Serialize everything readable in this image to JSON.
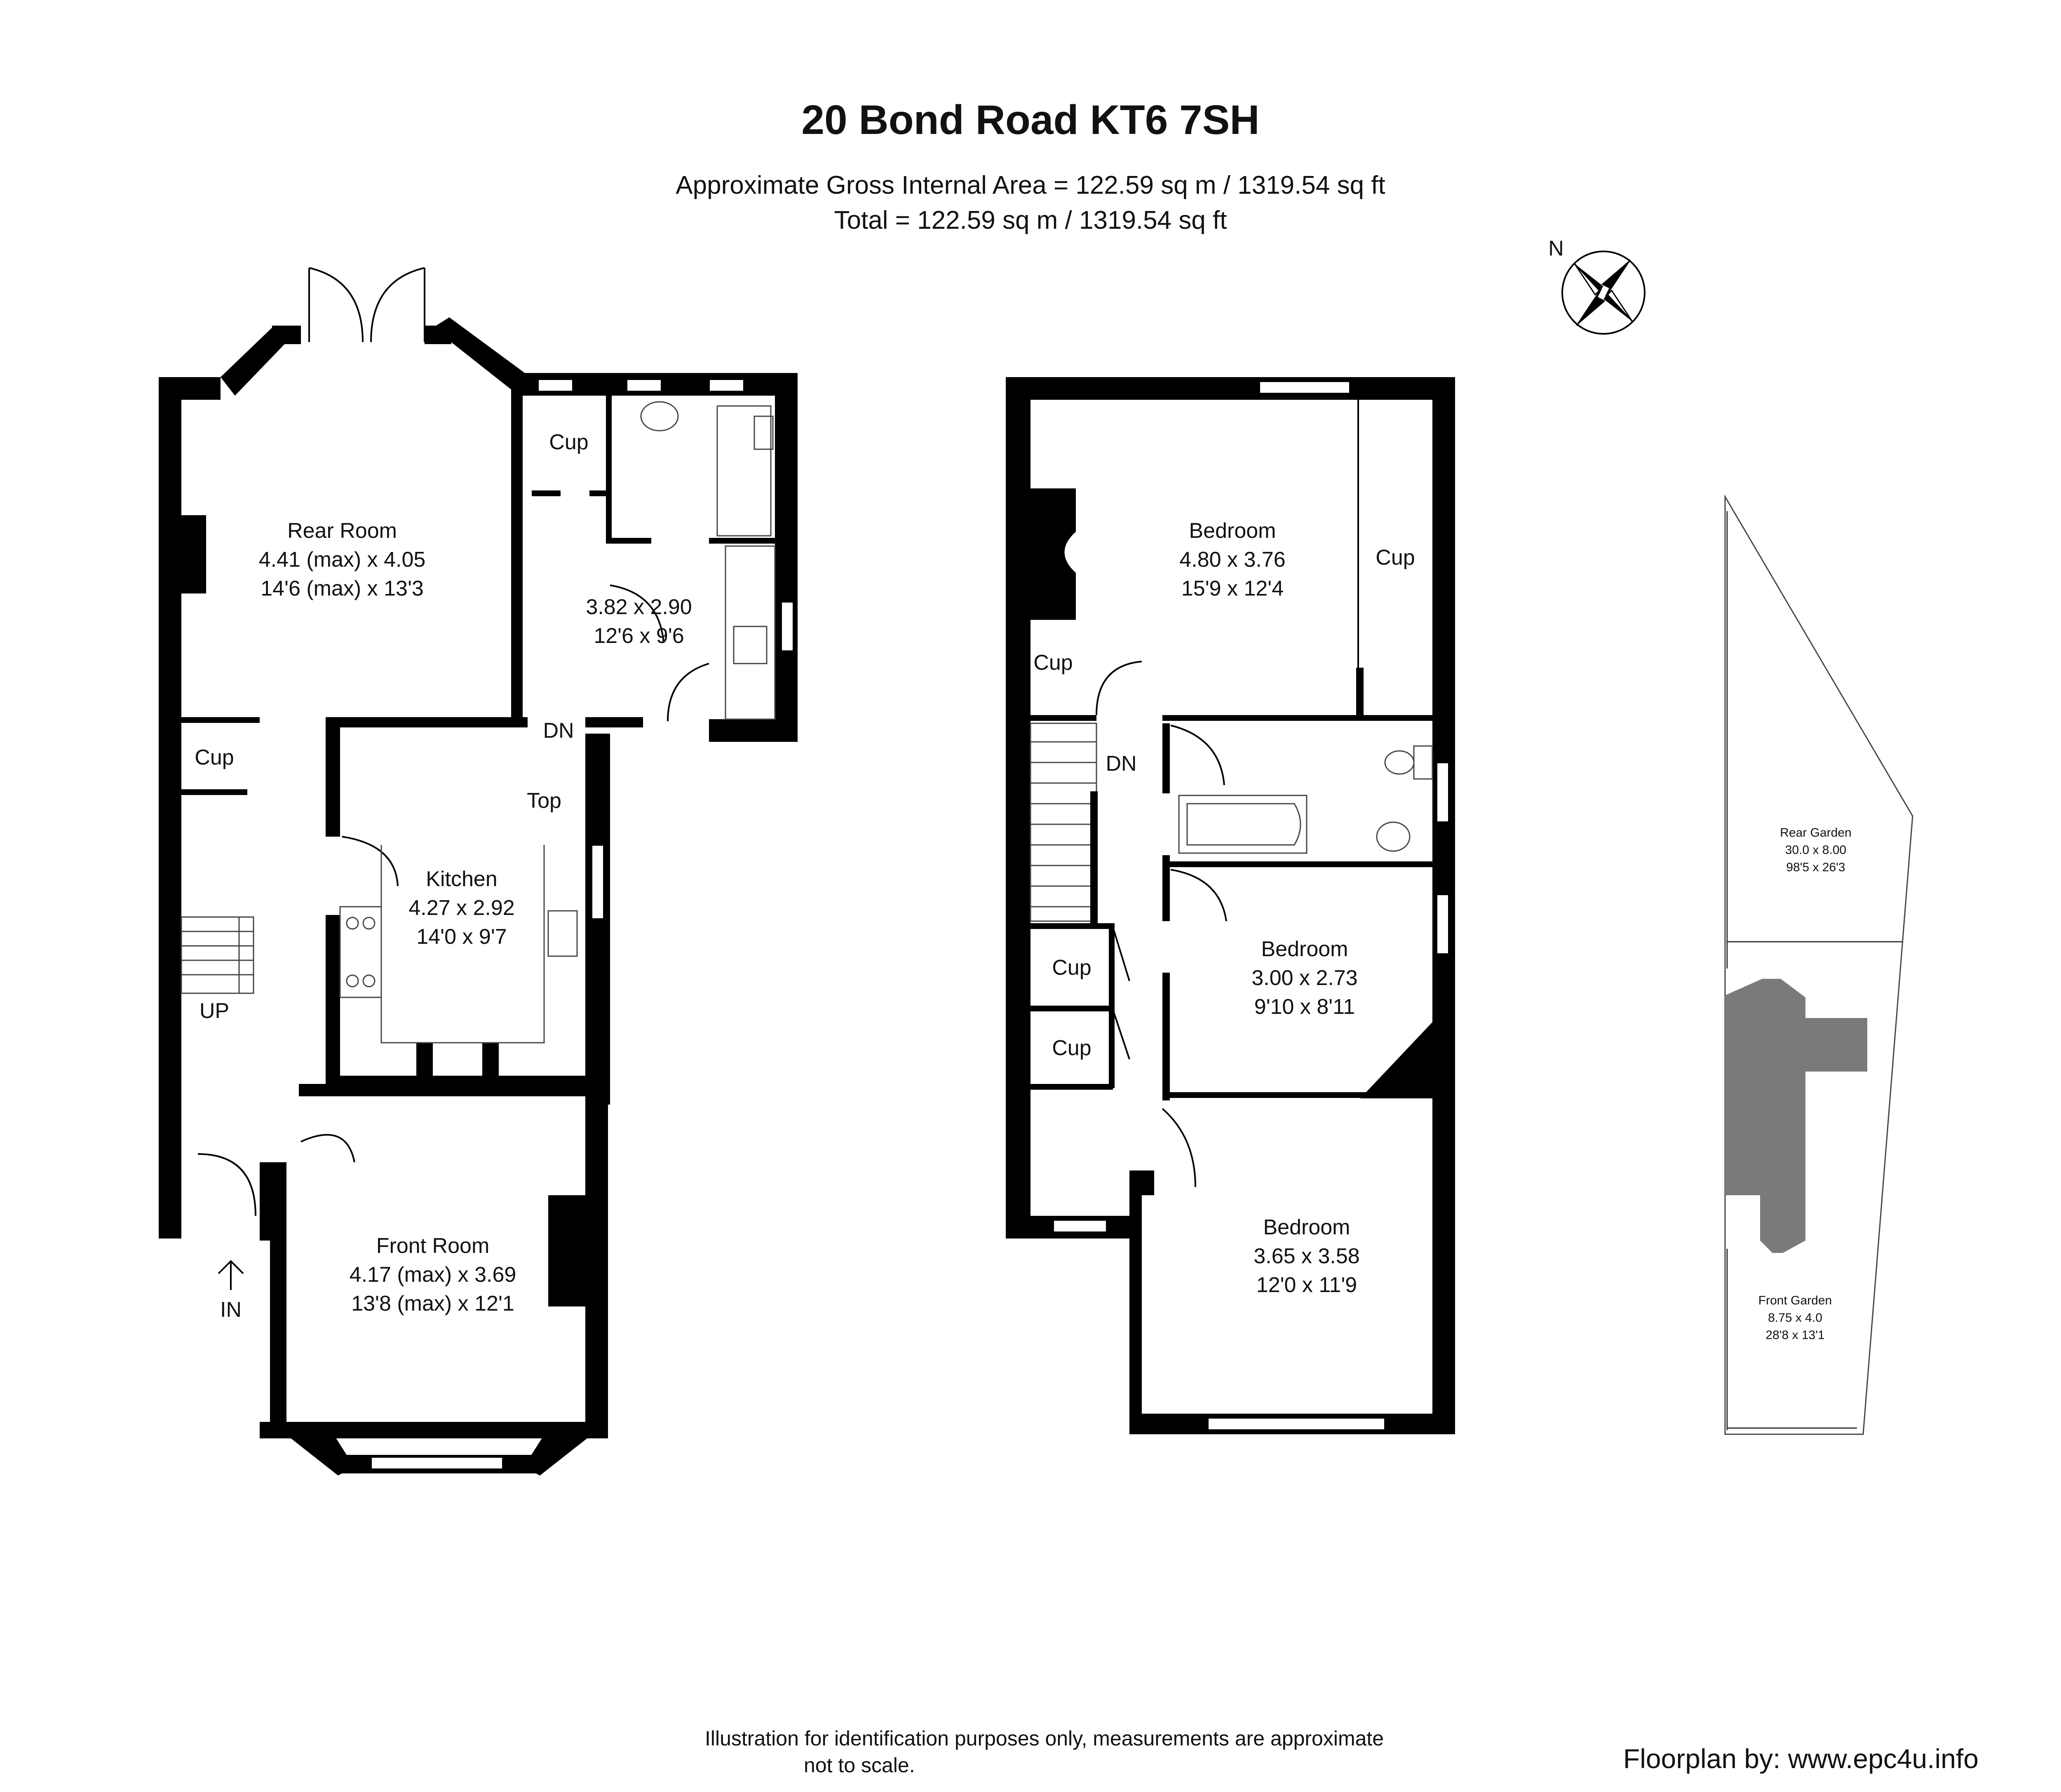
{
  "title": "20 Bond Road KT6 7SH",
  "area_line": "Approximate Gross Internal Area = 122.59 sq m / 1319.54 sq ft",
  "total_line": "Total = 122.59 sq m / 1319.54 sq ft",
  "compass": {
    "label": "N"
  },
  "ground_floor": {
    "rear_room": {
      "name": "Rear Room",
      "metric": "4.41 (max) x 4.05",
      "imperial": "14'6 (max) x 13'3"
    },
    "utility": {
      "metric": "3.82 x 2.90",
      "imperial": "12'6 x 9'6"
    },
    "cup_top": "Cup",
    "cup_hall": "Cup",
    "kitchen": {
      "name": "Kitchen",
      "metric": "4.27 x 2.92",
      "imperial": "14'0 x 9'7"
    },
    "top_label": "Top",
    "dn_label": "DN",
    "up_label": "UP",
    "front_room": {
      "name": "Front Room",
      "metric": "4.17 (max) x 3.69",
      "imperial": "13'8 (max) x 12'1"
    },
    "in_label": "IN"
  },
  "first_floor": {
    "bedroom1": {
      "name": "Bedroom",
      "metric": "4.80 x 3.76",
      "imperial": "15'9 x 12'4"
    },
    "cup_right": "Cup",
    "cup_small": "Cup",
    "dn_label": "DN",
    "cup_a": "Cup",
    "cup_b": "Cup",
    "bedroom2": {
      "name": "Bedroom",
      "metric": "3.00 x 2.73",
      "imperial": "9'10 x 8'11"
    },
    "bedroom3": {
      "name": "Bedroom",
      "metric": "3.65 x 3.58",
      "imperial": "12'0 x 11'9"
    }
  },
  "site_plan": {
    "rear_garden": {
      "name": "Rear Garden",
      "metric": "30.0 x 8.00",
      "imperial": "98'5 x 26'3"
    },
    "front_garden": {
      "name": "Front Garden",
      "metric": "8.75 x 4.0",
      "imperial": "28'8 x 13'1"
    }
  },
  "disclaimer": {
    "line1": "Illustration for identification purposes only, measurements are approximate",
    "line2": "not to scale."
  },
  "credit": "Floorplan by: www.epc4u.info"
}
